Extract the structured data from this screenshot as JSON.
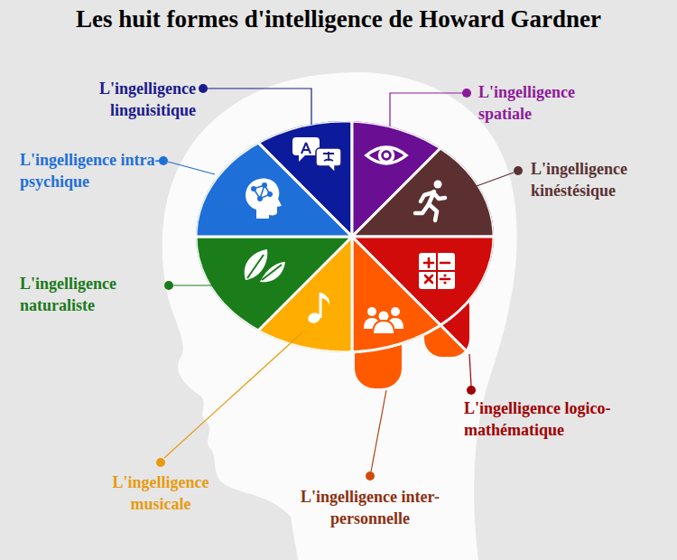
{
  "diagram": {
    "title": "Les huit formes d'intelligence de Howard Gardner",
    "labels": [
      "L'ingelligence linguisitique",
      "L'ingelligence spatiale",
      "L'ingelligence intra-psychique",
      "L'ingelligence kinéstésique",
      "L'ingelligence naturaliste",
      "L'ingelligence logico-mathématique",
      "L'ingelligence musicale",
      "L'ingelligence inter-personnelle"
    ]
  }
}
